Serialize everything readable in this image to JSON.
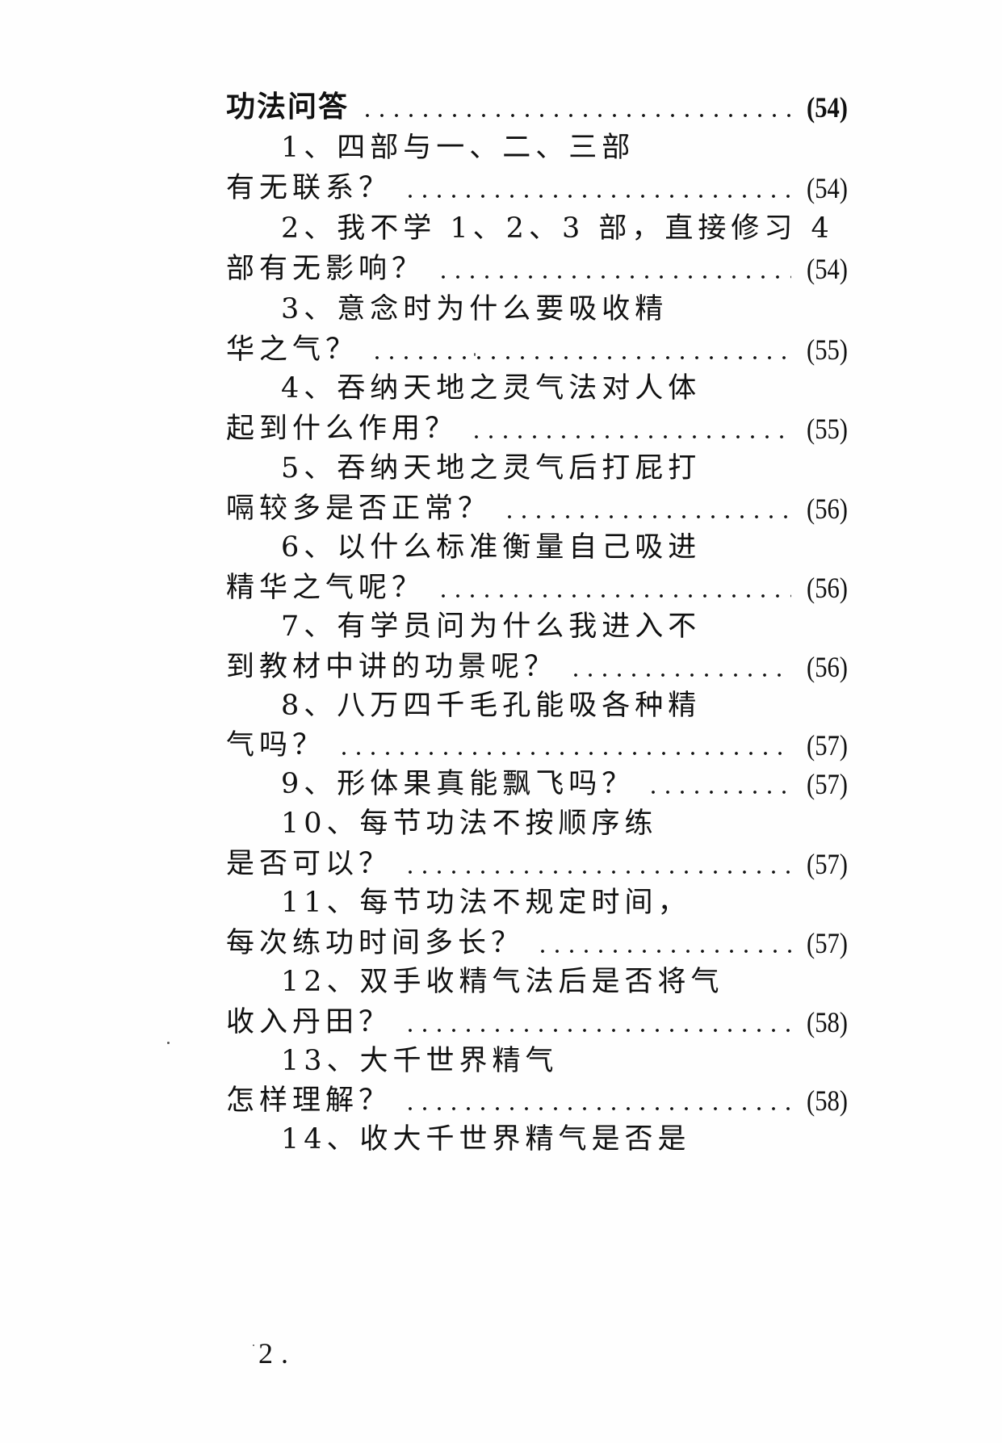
{
  "section": {
    "title": "功法问答",
    "page": "(54)"
  },
  "entries": [
    {
      "number": "1、",
      "line1": "四部与一、二、三部",
      "line2": "有无联系？",
      "page": "(54)"
    },
    {
      "number": "2、",
      "line1": "我不学 1、2、3 部，直接修习 4",
      "line2": "部有无影响？",
      "page": "(54)"
    },
    {
      "number": "3、",
      "line1": "意念时为什么要吸收精",
      "line2": "华之气？",
      "page": "(55)"
    },
    {
      "number": "4、",
      "line1": "吞纳天地之灵气法对人体",
      "line2": "起到什么作用？",
      "page": "(55)"
    },
    {
      "number": "5、",
      "line1": "吞纳天地之灵气后打屁打",
      "line2": "嗝较多是否正常？",
      "page": "(56)"
    },
    {
      "number": "6、",
      "line1": "以什么标准衡量自己吸进",
      "line2": "精华之气呢？",
      "page": "(56)"
    },
    {
      "number": "7、",
      "line1": "有学员问为什么我进入不",
      "line2": "到教材中讲的功景呢？",
      "page": "(56)"
    },
    {
      "number": "8、",
      "line1": "八万四千毛孔能吸各种精",
      "line2": "气吗？",
      "page": "(57)"
    },
    {
      "number": "9、",
      "line1": "形体果真能飘飞吗？",
      "line2": null,
      "page": "(57)"
    },
    {
      "number": "10、",
      "line1": "每节功法不按顺序练",
      "line2": "是否可以？",
      "page": "(57)"
    },
    {
      "number": "11、",
      "line1": "每节功法不规定时间，",
      "line2": "每次练功时间多长？",
      "page": "(57)"
    },
    {
      "number": "12、",
      "line1": "双手收精气法后是否将气",
      "line2": "收入丹田？",
      "page": "(58)"
    },
    {
      "number": "13、",
      "line1": "大千世界精气",
      "line2": "怎样理解？",
      "page": "(58)"
    },
    {
      "number": "14、",
      "line1": "收大千世界精气是否是",
      "line2": null,
      "page": null
    }
  ],
  "footer": {
    "page_number": "2"
  }
}
